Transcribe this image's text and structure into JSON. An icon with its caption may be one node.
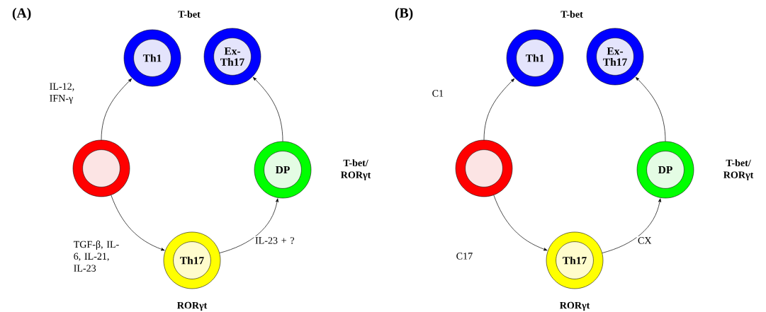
{
  "diagram": {
    "nodes": [
      {
        "text": [],
        "shape": "circle"
      },
      {
        "text": [
          "Th1"
        ]
      },
      {
        "text": [
          "Ex-Th17"
        ]
      },
      {
        "text": [
          "DP"
        ],
        "beside": [
          "T-bet/ RORγt"
        ]
      },
      {
        "text": [
          "Th17"
        ],
        "beside": [
          "RORγt"
        ]
      },
      {
        "text": [],
        "shape": "circle"
      },
      {
        "text": [
          "Th1"
        ]
      },
      {
        "text": [
          "Ex-Th17"
        ]
      },
      {
        "text": [
          "DP"
        ],
        "beside": [
          "T-bet/ RORγt"
        ]
      },
      {
        "text": [
          "Th17"
        ],
        "beside": [
          "RORγt"
        ]
      }
    ],
    "edges": [
      {
        "from": 0,
        "to": 1,
        "arrow": "to",
        "label": "IL-12, IFN-γ"
      },
      {
        "from": 0,
        "to": 4,
        "arrow": "to",
        "label": "TGF-β, IL-6, IL-21, IL-23"
      },
      {
        "from": 4,
        "to": 3,
        "arrow": "to",
        "label": "IL-23 + ?"
      },
      {
        "from": 3,
        "to": 2,
        "arrow": "to"
      },
      {
        "from": 5,
        "to": 6,
        "arrow": "to",
        "label": "C1"
      },
      {
        "from": 5,
        "to": 9,
        "arrow": "to",
        "label": "C17"
      },
      {
        "from": 9,
        "to": 8,
        "arrow": "to",
        "label": "CX"
      },
      {
        "from": 8,
        "to": 7,
        "arrow": "to"
      }
    ],
    "labels": [
      "(A)",
      "T-bet",
      "(B)",
      "T-bet"
    ]
  }
}
